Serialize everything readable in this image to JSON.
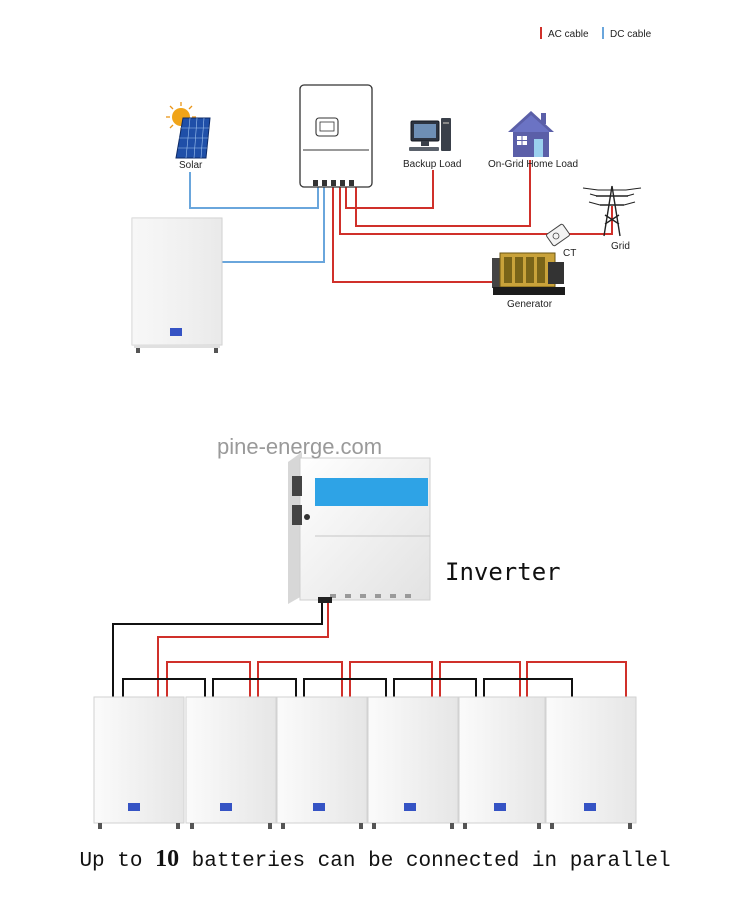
{
  "legend": {
    "ac_label": "AC cable",
    "dc_label": "DC cable",
    "ac_color": "#d0302a",
    "dc_color": "#6aa6dc"
  },
  "top_diagram": {
    "solar_label": "Solar",
    "backup_load_label": "Backup Load",
    "home_load_label": "On-Grid Home Load",
    "grid_label": "Grid",
    "ct_label": "CT",
    "generator_label": "Generator",
    "icons": [
      "solar-panel-icon",
      "computer-icon",
      "house-icon",
      "power-tower-icon",
      "ct-clamp-icon",
      "generator-icon",
      "inverter-icon",
      "battery-icon"
    ]
  },
  "bottom_diagram": {
    "watermark": "pine-energe.com",
    "inverter_label": "Inverter",
    "caption_prefix": "Up to ",
    "caption_number": "10",
    "caption_suffix": " batteries can be connected in parallel",
    "battery_count": 6,
    "cable_colors": {
      "positive": "#d0302a",
      "negative": "#111111"
    },
    "accent_color": "#2ea3e6"
  }
}
